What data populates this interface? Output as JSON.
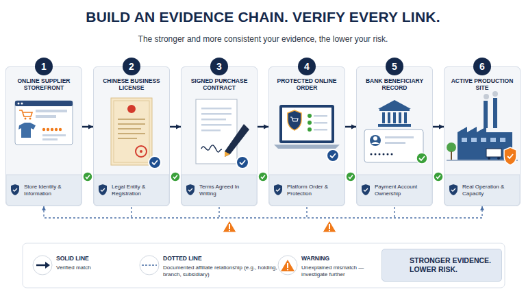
{
  "diagram": {
    "title": "BUILD AN EVIDENCE CHAIN. VERIFY EVERY LINK.",
    "nodes": [
      {
        "text": [
          "1",
          "ONLINE SUPPLIER STOREFRONT",
          "Store Identity & Information"
        ]
      },
      {
        "text": [
          "2",
          "CHINESE BUSINESS LICENSE",
          "Legal Entity & Registration"
        ]
      },
      {
        "text": [
          "3",
          "SIGNED PURCHASE CONTRACT",
          "Terms Agreed In Writing"
        ]
      },
      {
        "text": [
          "4",
          "PROTECTED ONLINE ORDER",
          "Platform Order & Protection"
        ]
      },
      {
        "text": [
          "5",
          "BANK BENEFICIARY RECORD",
          "Payment Account Ownership"
        ]
      },
      {
        "text": [
          "6",
          "ACTIVE PRODUCTION SITE",
          "Real Operation & Capacity"
        ]
      },
      {
        "text": [
          "STRONGER EVIDENCE. LOWER RISK."
        ]
      }
    ],
    "edges": [
      {
        "from": 0,
        "to": 1,
        "arrow": "to"
      },
      {
        "from": 1,
        "to": 2,
        "arrow": "to"
      },
      {
        "from": 2,
        "to": 3,
        "arrow": "to"
      },
      {
        "from": 3,
        "to": 4,
        "arrow": "to"
      },
      {
        "from": 4,
        "to": 5,
        "arrow": "to"
      },
      {
        "from": 0,
        "to": 5,
        "arrow": "both"
      }
    ],
    "labels": [
      "The stronger and more consistent your evidence, the lower your risk.",
      "Verified match",
      "Documented affiliate relationship (e.g., holding, branch, subsidiary)",
      "Unexplained mismatch — investigate further"
    ],
    "legend": [
      {
        "text": "SOLID LINE"
      },
      {
        "text": "DOTTED LINE"
      },
      {
        "text": "WARNING"
      }
    ]
  }
}
